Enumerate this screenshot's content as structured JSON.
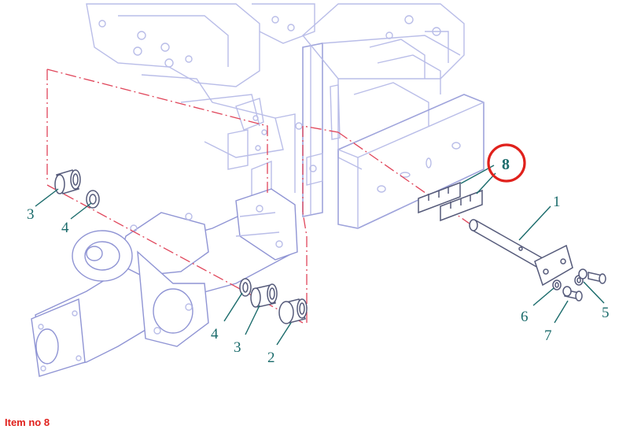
{
  "caption": "Item no 8",
  "callouts": {
    "c1": "1",
    "c2": "2",
    "c3a": "3",
    "c3b": "3",
    "c4a": "4",
    "c4b": "4",
    "c5": "5",
    "c6": "6",
    "c7": "7",
    "c8": "8"
  },
  "colors": {
    "highlight_ring": "#e0211c",
    "callout_text": "#1a6b6b",
    "line_art": "#8f94d4",
    "centerline": "#e0455a"
  }
}
